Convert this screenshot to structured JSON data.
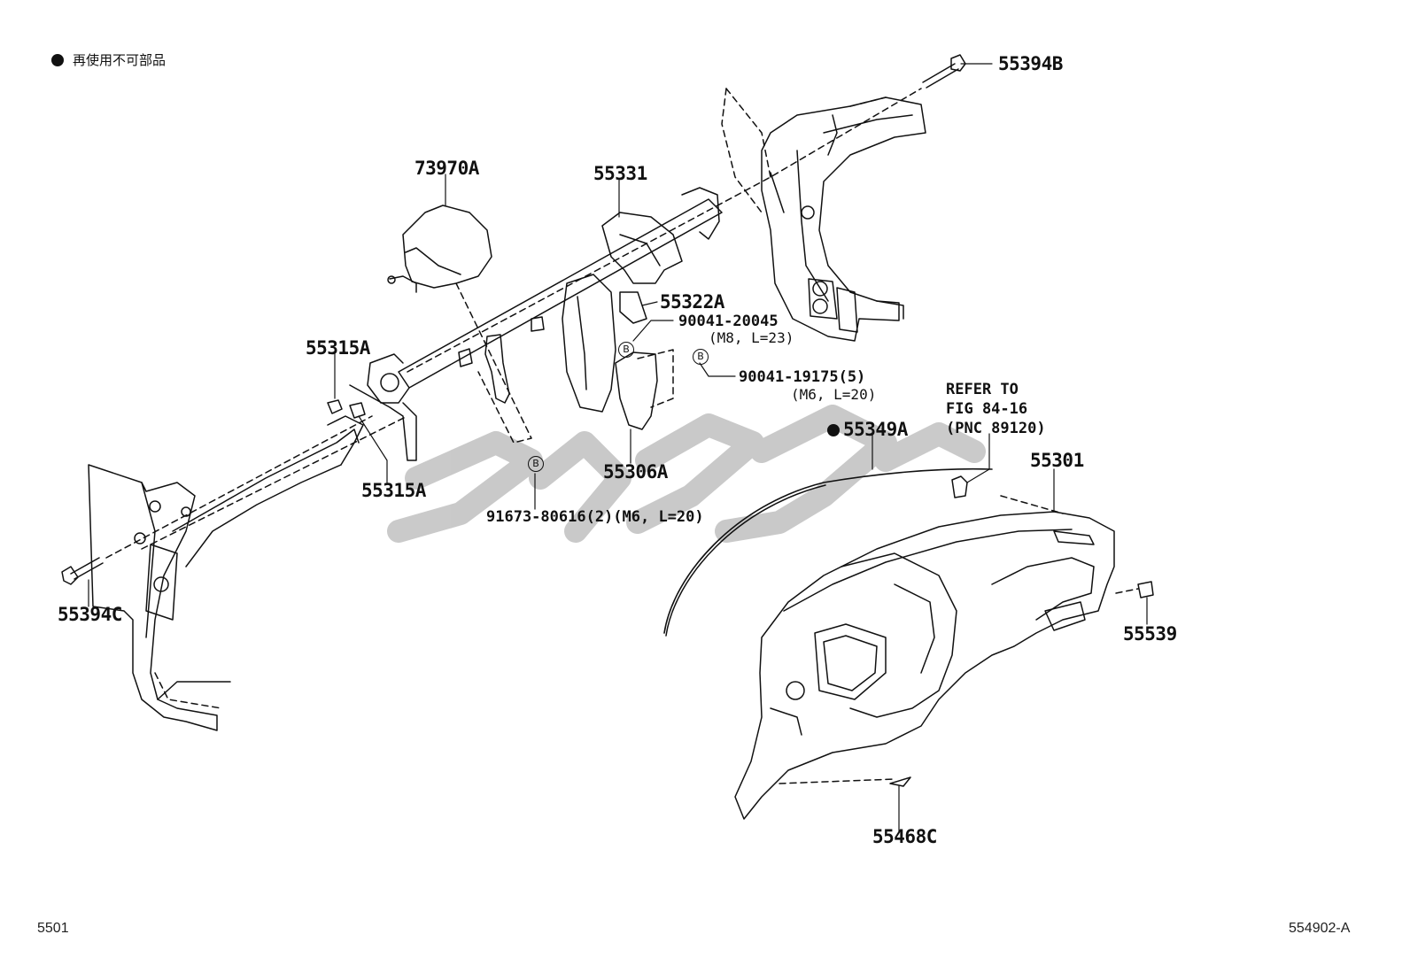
{
  "legend": {
    "text": "再使用不可部品"
  },
  "footer": {
    "left": "5501",
    "right": "554902-A"
  },
  "watermark": {
    "color": "#b0b0b0"
  },
  "labels": {
    "p55394B": "55394B",
    "p73970A": "73970A",
    "p55331": "55331",
    "p55322A": "55322A",
    "p90041_20045": "90041-20045",
    "p90041_20045_spec": "(M8, L=23)",
    "p90041_19175": "90041-19175(5)",
    "p90041_19175_spec": "(M6, L=20)",
    "p55315A_top": "55315A",
    "p55315A_bottom": "55315A",
    "p55306A": "55306A",
    "p91673": "91673-80616(2)(M6, L=20)",
    "p55349A": "55349A",
    "p55301": "55301",
    "p55394C": "55394C",
    "p55539": "55539",
    "p55468C": "55468C",
    "refer": [
      "REFER TO",
      "FIG 84-16",
      "(PNC 89120)"
    ],
    "boltmark": "B"
  }
}
